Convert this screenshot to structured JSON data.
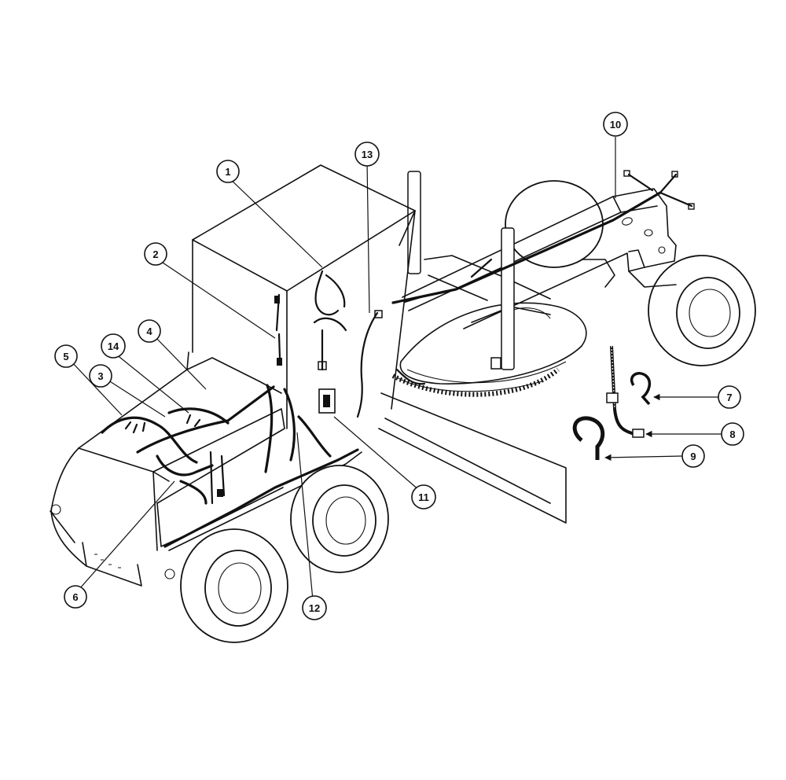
{
  "callouts": [
    {
      "id": "1",
      "label": "1"
    },
    {
      "id": "2",
      "label": "2"
    },
    {
      "id": "3",
      "label": "3"
    },
    {
      "id": "4",
      "label": "4"
    },
    {
      "id": "5",
      "label": "5"
    },
    {
      "id": "6",
      "label": "6"
    },
    {
      "id": "7",
      "label": "7"
    },
    {
      "id": "8",
      "label": "8"
    },
    {
      "id": "9",
      "label": "9"
    },
    {
      "id": "10",
      "label": "10"
    },
    {
      "id": "11",
      "label": "11"
    },
    {
      "id": "12",
      "label": "12"
    },
    {
      "id": "13",
      "label": "13"
    },
    {
      "id": "14",
      "label": "14"
    }
  ],
  "colors": {
    "ink": "#111111",
    "paper": "#ffffff"
  }
}
